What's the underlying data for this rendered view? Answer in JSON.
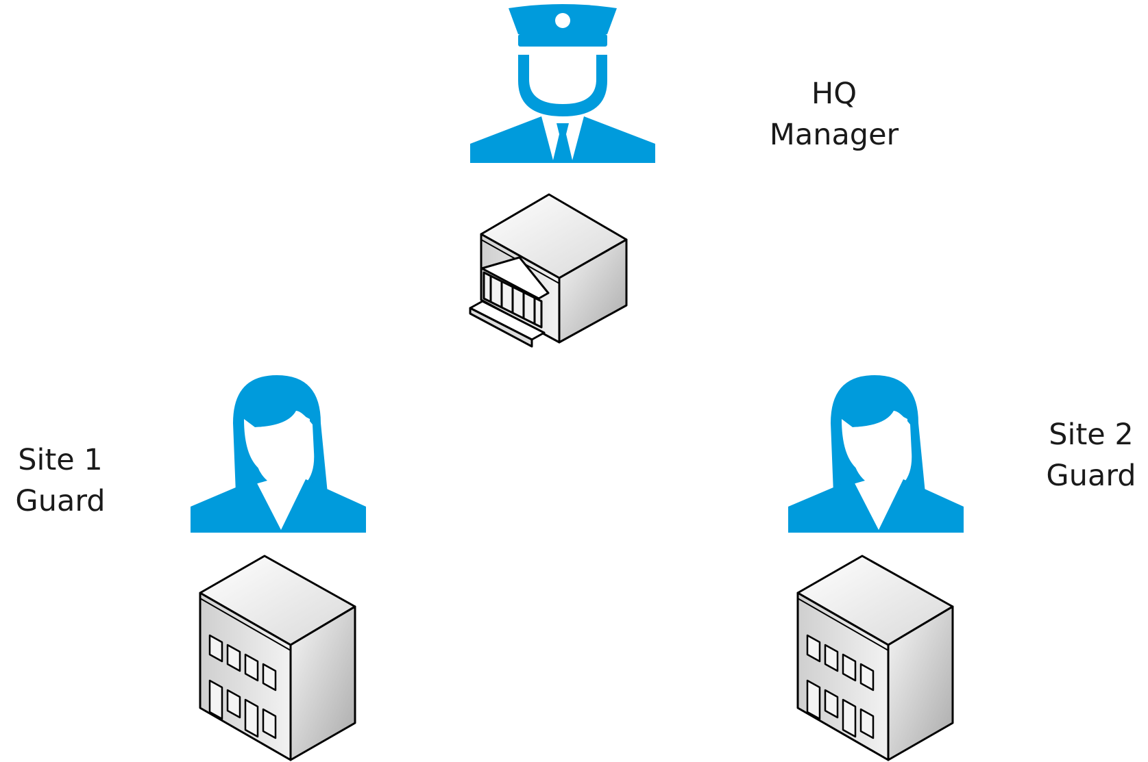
{
  "nodes": {
    "hq": {
      "line1": "HQ",
      "line2": "Manager",
      "role_icon": "officer-icon",
      "building_icon": "headquarters-building-icon"
    },
    "site1": {
      "line1": "Site 1",
      "line2": "Guard",
      "role_icon": "guard-woman-icon",
      "building_icon": "office-building-icon"
    },
    "site2": {
      "line1": "Site 2",
      "line2": "Guard",
      "role_icon": "guard-woman-icon",
      "building_icon": "office-building-icon"
    }
  },
  "colors": {
    "person": "#009bdc",
    "outline": "#000000",
    "building_light": "#f4f4f4",
    "building_mid": "#d6d6d6",
    "building_dark": "#b9b9b9"
  }
}
